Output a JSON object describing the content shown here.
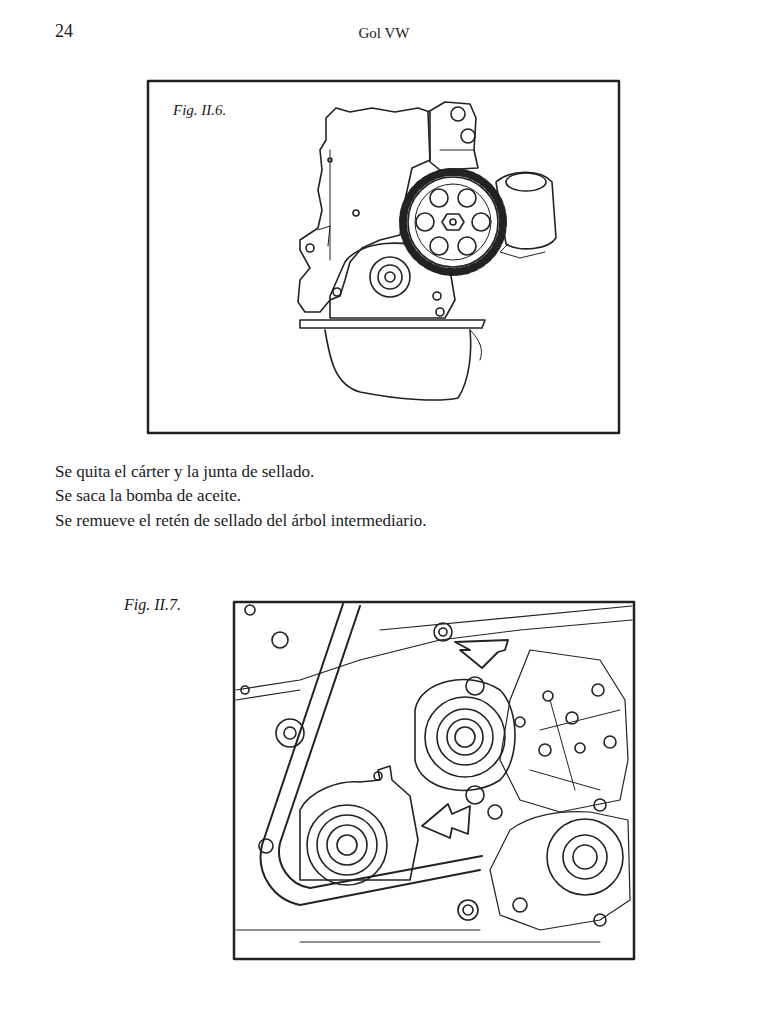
{
  "diagram": {
    "labels": [
      "24",
      "Gol VW",
      "Fig. II.6.",
      "Se quita el cárter y la junta de sellado.",
      "Se saca la bomba de aceite.",
      "Se remueve el retén de sellado del árbol intermediario.",
      "Fig. II.7."
    ]
  }
}
